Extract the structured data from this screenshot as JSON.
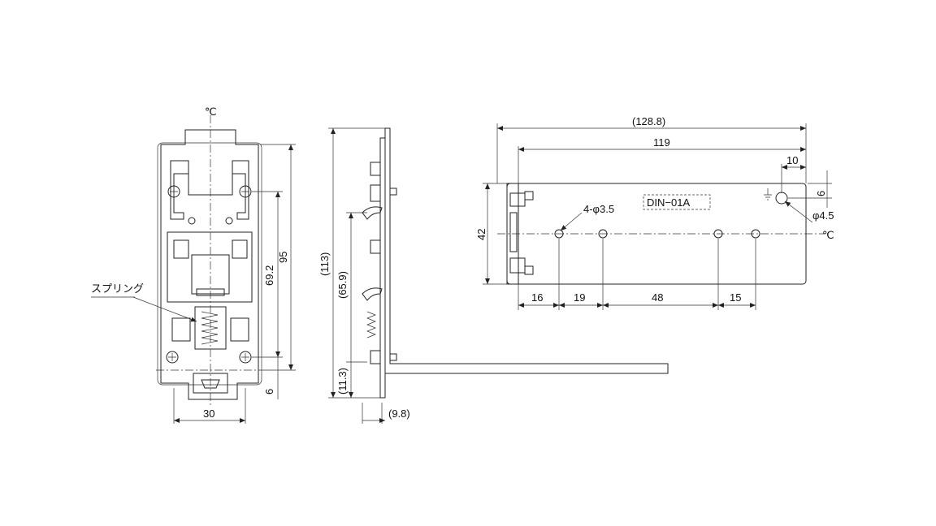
{
  "front_view": {
    "centerline_symbol": "℃",
    "dim_width": "30",
    "dim_hole_pitch": "69.2",
    "dim_height": "95",
    "dim_bottom": "6",
    "spring_label": "スプリング"
  },
  "side_view": {
    "dim_total": "(113)",
    "dim_mid": "(65.9)",
    "dim_low": "(11.3)",
    "dim_thickness": "(9.8)"
  },
  "top_view": {
    "dim_overall": "(128.8)",
    "dim_length": "119",
    "dim_hole_offset": "10",
    "dim_hole_edge": "6",
    "dim_height": "42",
    "hole_callout_small": "4-φ3.5",
    "hole_callout_large": "φ4.5",
    "part_label": "DIN−01A",
    "centerline_symbol": "℃",
    "dim_pitch_1": "16",
    "dim_pitch_2": "19",
    "dim_pitch_3": "48",
    "dim_pitch_4": "15"
  }
}
